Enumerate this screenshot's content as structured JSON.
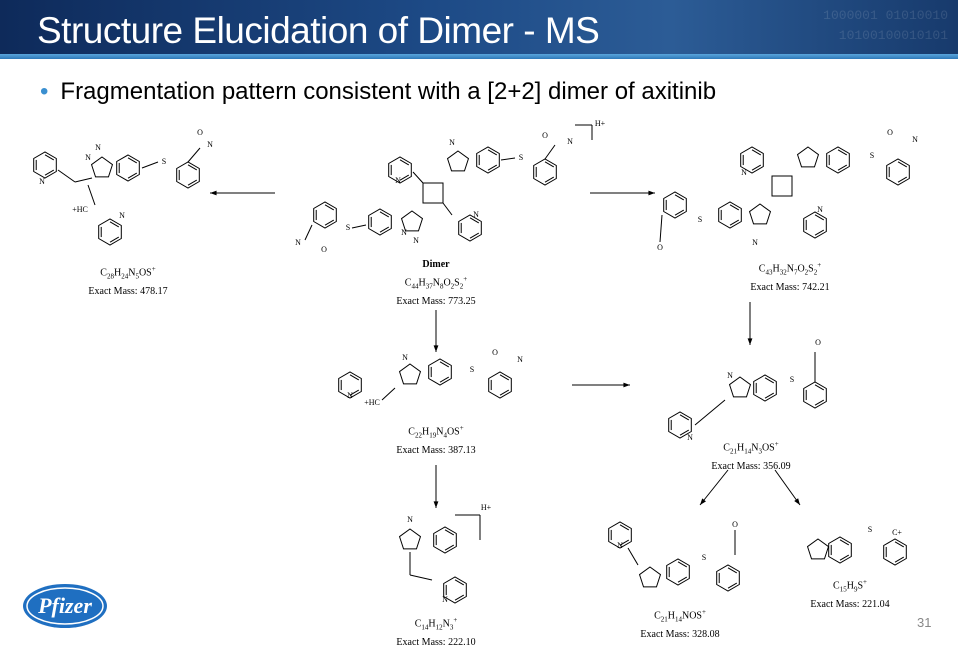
{
  "slide": {
    "title": "Structure Elucidation of Dimer - MS",
    "bullet": "Fragmentation pattern consistent with a [2+2] dimer of axitinib",
    "page_number": "31",
    "logo_text": "Pfizer",
    "accent": "#3a8fd0",
    "binary_watermark": [
      "1000001 01010010",
      "10100100010101"
    ]
  },
  "compounds": [
    {
      "name": "",
      "formula": "C28H24N5OS+",
      "mass": "Exact Mass: 478.17"
    },
    {
      "name": "Dimer",
      "formula": "C44H37N8O2S2+",
      "mass": "Exact Mass: 773.25",
      "adduct": "H+"
    },
    {
      "name": "",
      "formula": "C43H32N7O2S2+",
      "mass": "Exact Mass: 742.21"
    },
    {
      "name": "",
      "formula": "C22H19N4OS+",
      "mass": "Exact Mass: 387.13"
    },
    {
      "name": "",
      "formula": "C21H14N3OS+",
      "mass": "Exact Mass: 356.09"
    },
    {
      "name": "",
      "formula": "C14H12N3+",
      "mass": "Exact Mass: 222.10",
      "adduct": "H+"
    },
    {
      "name": "",
      "formula": "C21H14NOS+",
      "mass": "Exact Mass: 328.08"
    },
    {
      "name": "",
      "formula": "C15H9S+",
      "mass": "Exact Mass: 221.04"
    }
  ]
}
